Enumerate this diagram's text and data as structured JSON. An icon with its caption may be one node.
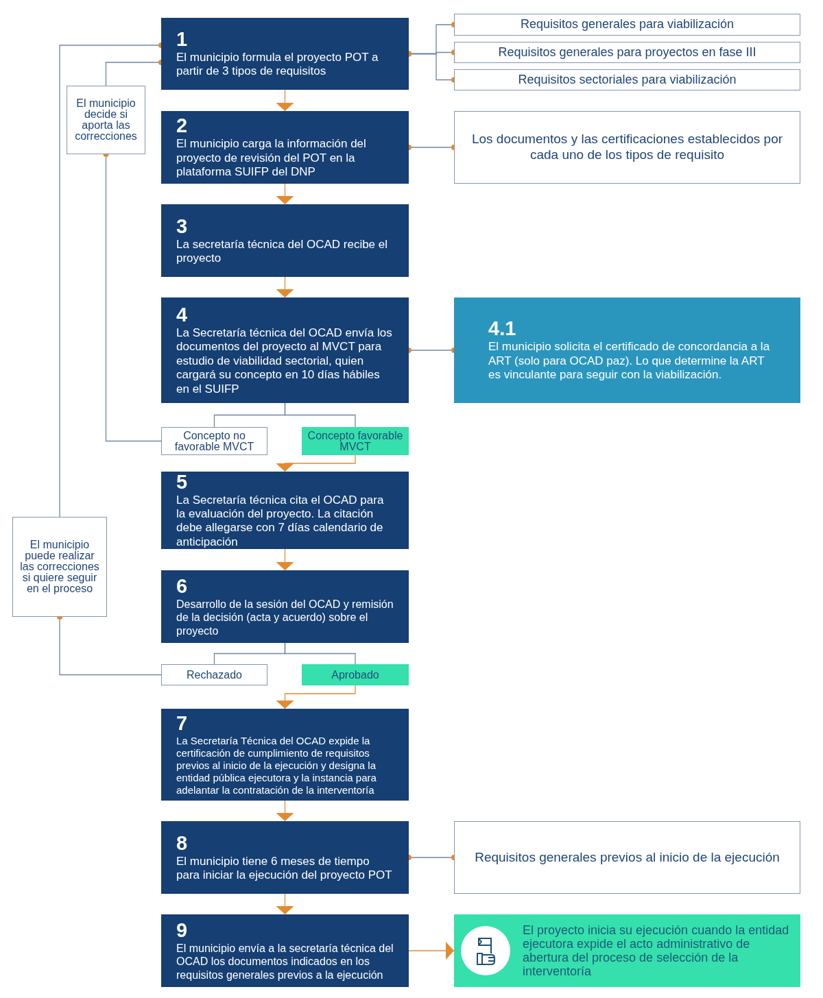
{
  "diagram": {
    "nodes": [
      {
        "text": [
          "1",
          "El municipio formula el proyecto POT a partir de 3 tipos de requisitos"
        ]
      },
      {
        "text": [
          "Requisitos generales para viabilización"
        ]
      },
      {
        "text": [
          "Requisitos generales para proyectos en fase III"
        ]
      },
      {
        "text": [
          "Requisitos sectoriales para viabilización"
        ]
      },
      {
        "text": [
          "2",
          "El municipio carga la información del proyecto de revisión del POT en la plataforma SUIFP del DNP"
        ]
      },
      {
        "text": [
          "Los documentos y las certificaciones establecidos por cada uno de los tipos de requisito"
        ]
      },
      {
        "text": [
          "3",
          "La secretaría técnica del OCAD recibe el proyecto"
        ]
      },
      {
        "text": [
          "4",
          "La Secretaría técnica del OCAD envía los documentos del proyecto al MVCT para estudio de viabilidad sectorial, quien cargará su concepto en 10 días hábiles en el SUIFP"
        ]
      },
      {
        "text": [
          "4.1",
          "El municipio solicita el certificado de concordancia a la ART (solo para OCAD paz). Lo que determine la ART es vinculante para seguir con la viabilización."
        ]
      },
      {
        "text": [
          "El municipio decide si aporta las correcciones"
        ]
      },
      {
        "text": [
          "Concepto no favorable MVCT"
        ]
      },
      {
        "text": [
          "Concepto favorable MVCT"
        ]
      },
      {
        "text": [
          "5",
          "La Secretaría técnica cita el OCAD para la evaluación del proyecto. La citación debe allegarse con 7 días calendario de anticipación"
        ]
      },
      {
        "text": [
          "6",
          "Desarrollo de la sesión del OCAD y remisión de la decisión (acta y acuerdo) sobre el proyecto"
        ]
      },
      {
        "text": [
          "El municipio puede realizar las correcciones si quiere seguir en el proceso"
        ]
      },
      {
        "text": [
          "Rechazado"
        ]
      },
      {
        "text": [
          "Aprobado"
        ]
      },
      {
        "text": [
          "7",
          "La Secretaría Técnica del OCAD expide la certificación de cumplimiento de requisitos previos al inicio de la ejecución y designa la entidad pública ejecutora y la instancia para adelantar la contratación de la interventoría"
        ]
      },
      {
        "text": [
          "8",
          "El municipio tiene 6 meses de tiempo para iniciar la ejecución del proyecto POT"
        ]
      },
      {
        "text": [
          "Requisitos generales previos al inicio de la ejecución"
        ]
      },
      {
        "text": [
          "9",
          "El municipio envía a la secretaría técnica del OCAD los documentos indicados en los requisitos generales previos a la ejecución"
        ]
      },
      {
        "text": [
          "El proyecto inicia su ejecución cuando la entidad ejecutora expide el acto administrativo de abertura del proceso de selección de la interventoría"
        ]
      }
    ],
    "edges": [
      {
        "from": 0,
        "to": 1,
        "arrow": "other"
      },
      {
        "from": 0,
        "to": 2,
        "arrow": "other"
      },
      {
        "from": 0,
        "to": 3,
        "arrow": "other"
      },
      {
        "from": 0,
        "to": 4,
        "arrow": "to",
        "color": "#e48a2e"
      },
      {
        "from": 4,
        "to": 5,
        "arrow": "other"
      },
      {
        "from": 4,
        "to": 6,
        "arrow": "to",
        "color": "#e48a2e"
      },
      {
        "from": 6,
        "to": 7,
        "arrow": "to",
        "color": "#e48a2e"
      },
      {
        "from": 7,
        "to": 8,
        "arrow": "other"
      },
      {
        "from": 7,
        "to": 10,
        "arrow": "none"
      },
      {
        "from": 7,
        "to": 11,
        "arrow": "none"
      },
      {
        "from": 10,
        "to": 9,
        "arrow": "other"
      },
      {
        "from": 9,
        "to": 0,
        "arrow": "other"
      },
      {
        "from": 11,
        "to": 12,
        "arrow": "to",
        "color": "#e48a2e"
      },
      {
        "from": 12,
        "to": 13,
        "arrow": "to",
        "color": "#e48a2e"
      },
      {
        "from": 13,
        "to": 15,
        "arrow": "none"
      },
      {
        "from": 13,
        "to": 16,
        "arrow": "none"
      },
      {
        "from": 15,
        "to": 14,
        "arrow": "other"
      },
      {
        "from": 14,
        "to": 0,
        "arrow": "other"
      },
      {
        "from": 16,
        "to": 17,
        "arrow": "to",
        "color": "#e48a2e"
      },
      {
        "from": 17,
        "to": 18,
        "arrow": "to",
        "color": "#e48a2e"
      },
      {
        "from": 18,
        "to": 19,
        "arrow": "other"
      },
      {
        "from": 18,
        "to": 20,
        "arrow": "to",
        "color": "#e48a2e"
      },
      {
        "from": 20,
        "to": 21,
        "arrow": "to",
        "color": "#e48a2e"
      }
    ]
  }
}
